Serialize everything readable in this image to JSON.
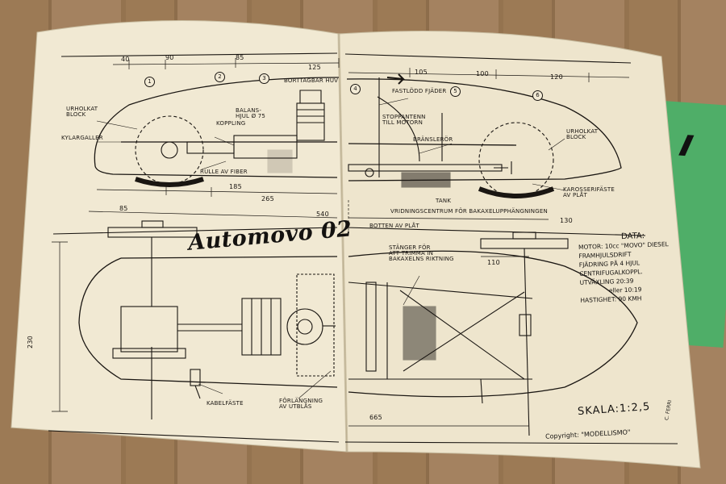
{
  "title": "Automovo 02",
  "callouts": {
    "c1": "1",
    "c2": "2",
    "c3": "3",
    "c4": "4",
    "c5": "5",
    "c6": "6"
  },
  "side_labels": {
    "urholkat_block_left": "URHOLKAT\nBLOCK",
    "kylargaller": "KYLARGALLER",
    "balanshjul": "BALANS-\nHJUL Ø 75",
    "koppling": "KOPPLING",
    "borttagbar_huv": "BORTTAGBAR HUV",
    "rulle_av_fiber": "RULLE AV FIBER",
    "fastlodd_fjader": "FASTLÖDD FJÄDER",
    "stoppanten": "STOPPANTENN\nTILL MOTORN",
    "bransleror": "BRÄNSLERÖR",
    "urholkat_block_right": "URHOLKAT\nBLOCK",
    "karosserifaste": "KAROSSERIFÄSTE\nAV PLÅT",
    "tank": "TANK",
    "vridningscentrum": "VRIDNINGSCENTRUM FÖR BAKAXELUPPHÄNGNINGEN",
    "botten_av_plat": "BOTTEN AV PLÅT"
  },
  "plan_labels": {
    "stanger": "STÄNGER FÖR\nATT TRIMMA IN\nBAKAXELNS RIKTNING",
    "kabelfaste": "KABELFÄSTE",
    "forlangning": "FÖRLÄNGNING\nAV UTBLÅS"
  },
  "dimensions": {
    "d40": "40",
    "d90": "90",
    "d85a": "85",
    "d125": "125",
    "d105": "105",
    "d100": "100",
    "d120": "120",
    "d185": "185",
    "d265": "265",
    "d85b": "85",
    "d540": "540",
    "d130": "130",
    "d110": "110",
    "d230": "230",
    "d665": "665"
  },
  "data_block": {
    "heading": "DATA:",
    "lines": [
      "MOTOR: 10cc \"MOVO\" DIESEL",
      "FRAMHJULSDRIFT",
      "FJÄDRING PÅ 4 HJUL",
      "CENTRIFUGALKOPPL.",
      "UTVÄXLING 20:39",
      "eller 10:19",
      "HASTIGHET: 90 KMH"
    ]
  },
  "scale": "SKALA:1:2,5",
  "copyright": "Copyright: \"MODELLISMO\"",
  "signature": "C. FERRI",
  "colors": {
    "paper": "#f1e9d3",
    "ink": "#1a1612",
    "green_booklet": "#4fae68",
    "table": "#9c7a55"
  }
}
